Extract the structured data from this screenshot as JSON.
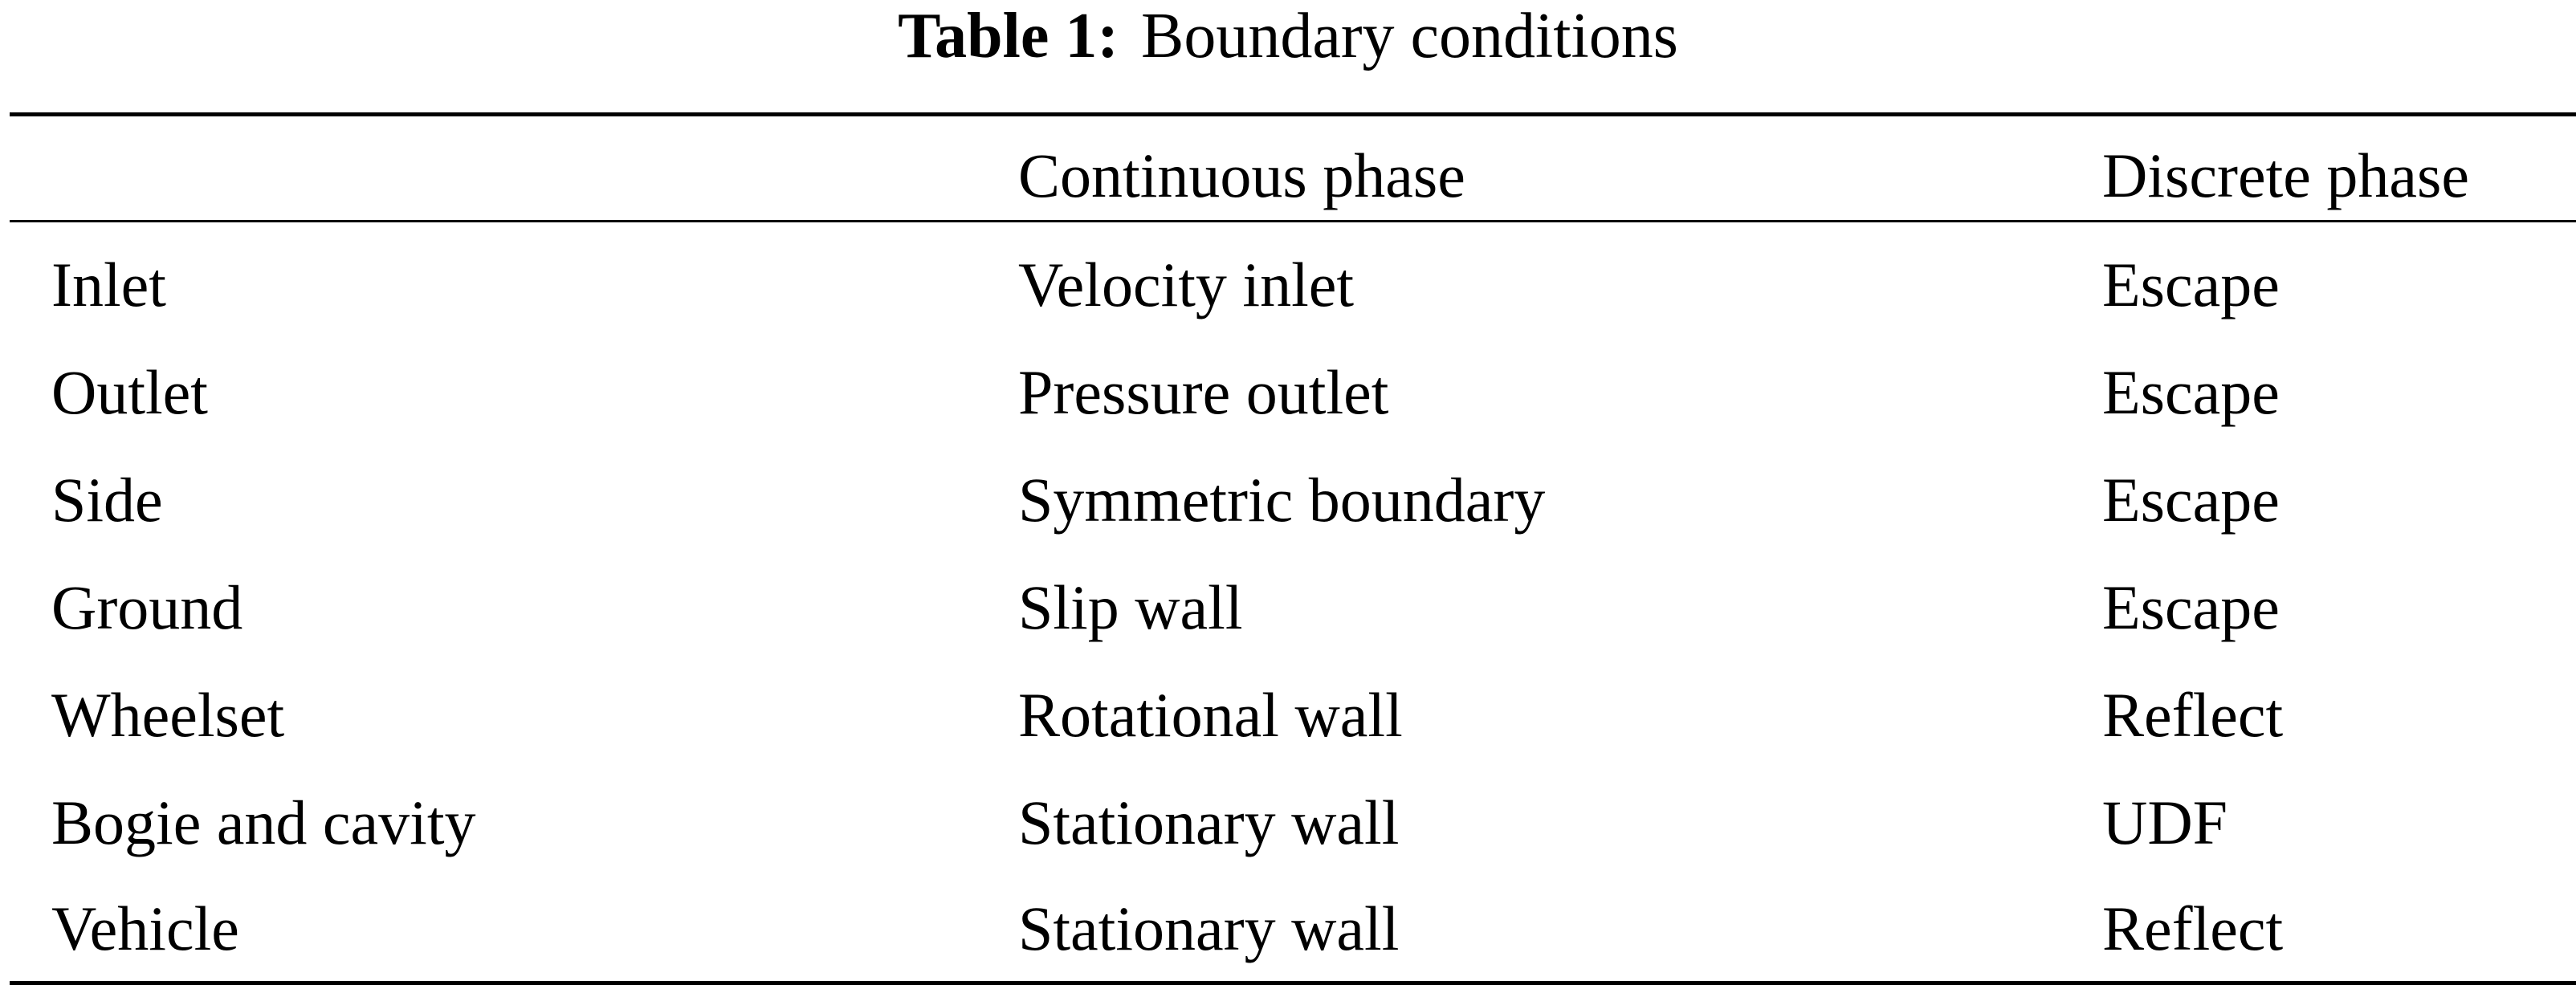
{
  "caption": {
    "label": "Table 1:",
    "text": "Boundary conditions"
  },
  "table": {
    "headers": [
      "",
      "Continuous phase",
      "Discrete phase"
    ],
    "rows": [
      [
        "Inlet",
        "Velocity inlet",
        "Escape"
      ],
      [
        "Outlet",
        "Pressure outlet",
        "Escape"
      ],
      [
        "Side",
        "Symmetric boundary",
        "Escape"
      ],
      [
        "Ground",
        "Slip wall",
        "Escape"
      ],
      [
        "Wheelset",
        "Rotational wall",
        "Reflect"
      ],
      [
        "Bogie and cavity",
        "Stationary wall",
        "UDF"
      ],
      [
        "Vehicle",
        "Stationary wall",
        "Reflect"
      ]
    ]
  }
}
